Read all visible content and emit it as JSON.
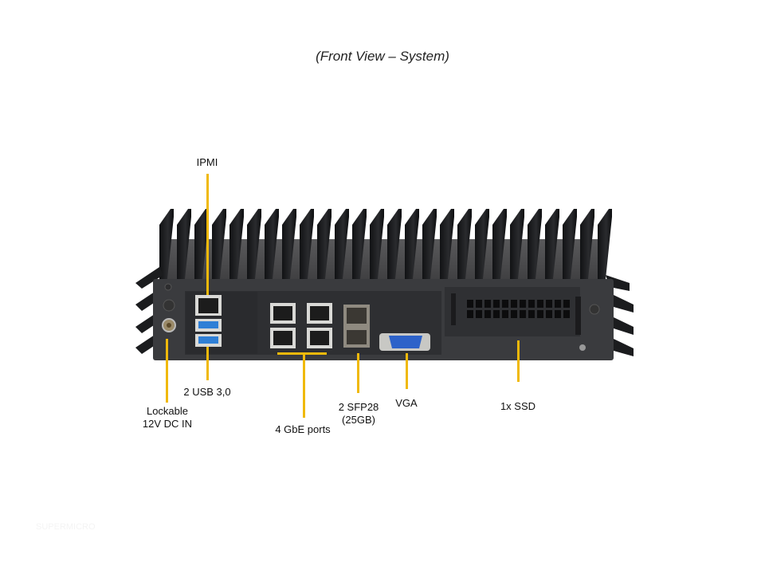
{
  "title": "(Front View – System)",
  "colors": {
    "leader": "#f0b90b",
    "chassis": "#3a3b3e",
    "fins": "#1e1f22",
    "usb": "#2f7fd6",
    "vga": "#2d62c9"
  },
  "labels": {
    "ipmi": "IPMI",
    "usb": "2 USB 3,0",
    "dc_in_line1": "Lockable",
    "dc_in_line2": "12V DC IN",
    "gbe": "4 GbE ports",
    "sfp_line1": "2 SFP28",
    "sfp_line2": "(25GB)",
    "vga": "VGA",
    "ssd": "1x SSD"
  },
  "watermark": "SUPERMICRO"
}
